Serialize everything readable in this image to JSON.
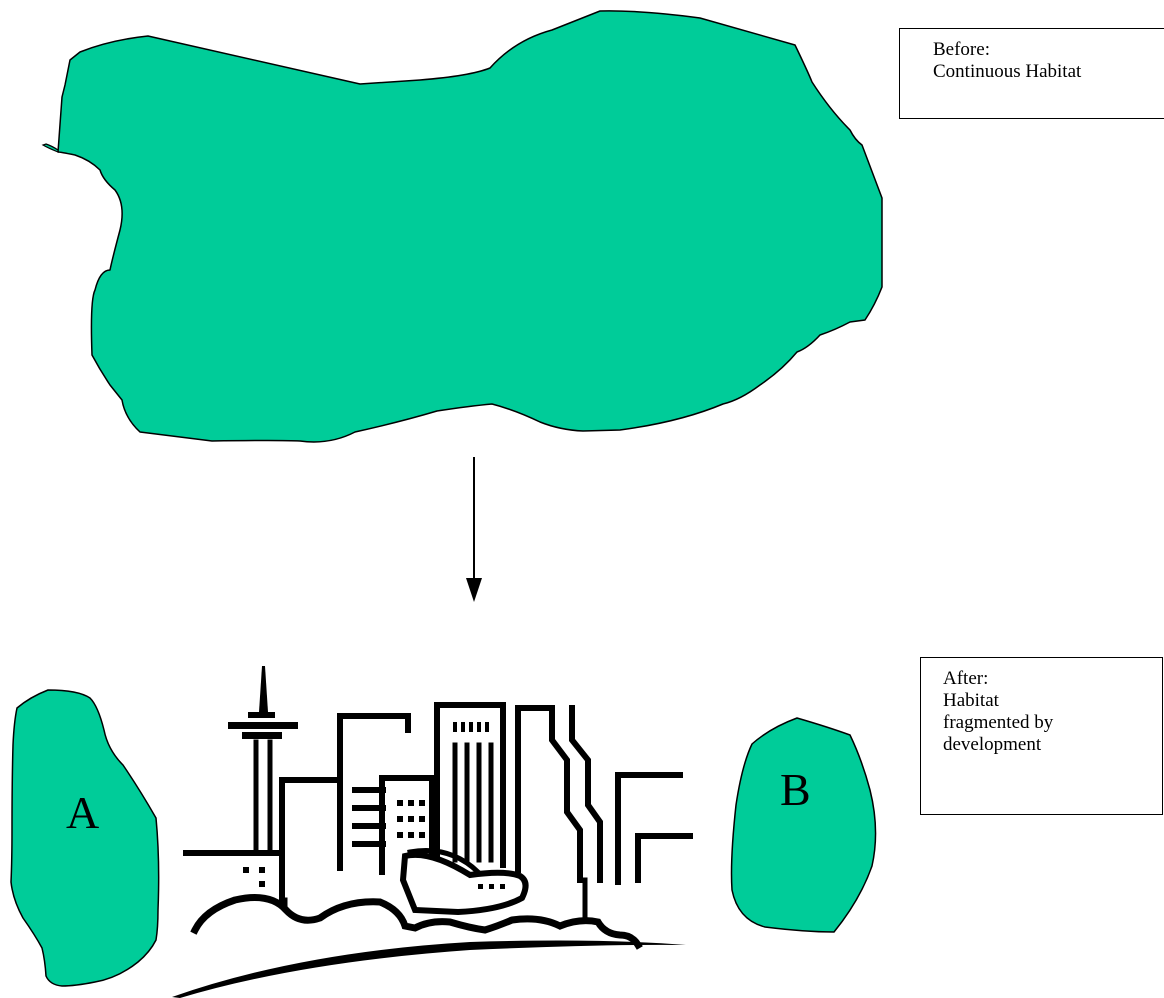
{
  "before_label": {
    "line1": "Before:",
    "line2": "Continuous Habitat"
  },
  "after_label": {
    "line1": "After:",
    "line2": "Habitat",
    "line3": "fragmented by",
    "line4": "development"
  },
  "patches": {
    "a": "A",
    "b": "B"
  },
  "colors": {
    "habitat": "#00CC99",
    "ink": "#000000",
    "background": "#FFFFFF"
  },
  "icons": {
    "arrow": "down-arrow-icon",
    "city": "city-skyline-icon"
  }
}
